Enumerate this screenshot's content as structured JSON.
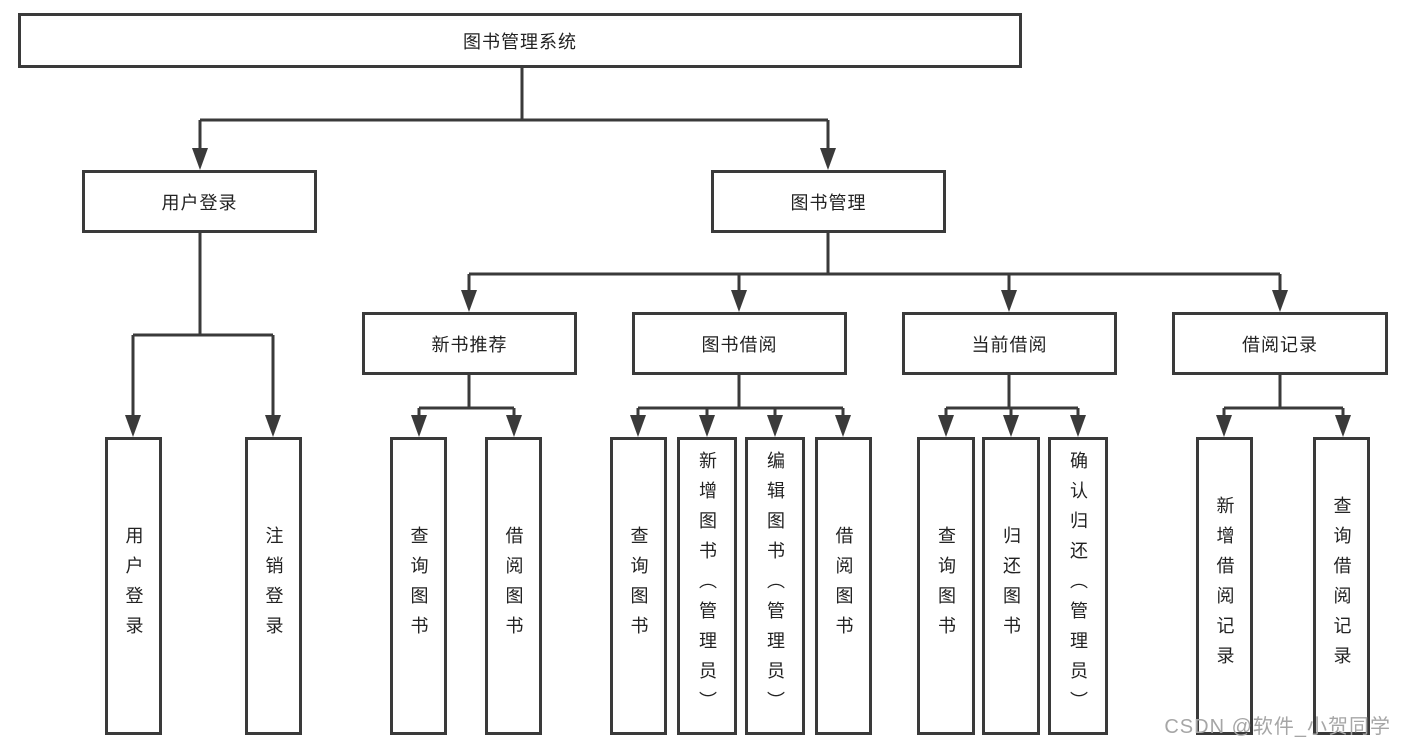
{
  "diagram": {
    "root": {
      "label": "图书管理系统"
    },
    "level2": [
      {
        "label": "用户登录"
      },
      {
        "label": "图书管理"
      }
    ],
    "level3": [
      {
        "label": "新书推荐",
        "parent": "图书管理"
      },
      {
        "label": "图书借阅",
        "parent": "图书管理"
      },
      {
        "label": "当前借阅",
        "parent": "图书管理"
      },
      {
        "label": "借阅记录",
        "parent": "图书管理"
      }
    ],
    "leaves": [
      {
        "label": "用户登录",
        "parent": "用户登录"
      },
      {
        "label": "注销登录",
        "parent": "用户登录"
      },
      {
        "label": "查询图书",
        "parent": "新书推荐"
      },
      {
        "label": "借阅图书",
        "parent": "新书推荐"
      },
      {
        "label": "查询图书",
        "parent": "图书借阅"
      },
      {
        "label": "新增图书（管理员）",
        "parent": "图书借阅"
      },
      {
        "label": "编辑图书（管理员）",
        "parent": "图书借阅"
      },
      {
        "label": "借阅图书",
        "parent": "图书借阅"
      },
      {
        "label": "查询图书",
        "parent": "当前借阅"
      },
      {
        "label": "归还图书",
        "parent": "当前借阅"
      },
      {
        "label": "确认归还（管理员）",
        "parent": "当前借阅"
      },
      {
        "label": "新增借阅记录",
        "parent": "借阅记录"
      },
      {
        "label": "查询借阅记录",
        "parent": "借阅记录"
      }
    ],
    "watermark": "CSDN @软件_小贺同学",
    "colors": {
      "line": "#3a3a3a",
      "box_border": "#3a3a3a",
      "box_fill": "#ffffff",
      "text": "#222222",
      "watermark": "#a6a6a6",
      "background": "#ffffff"
    }
  }
}
